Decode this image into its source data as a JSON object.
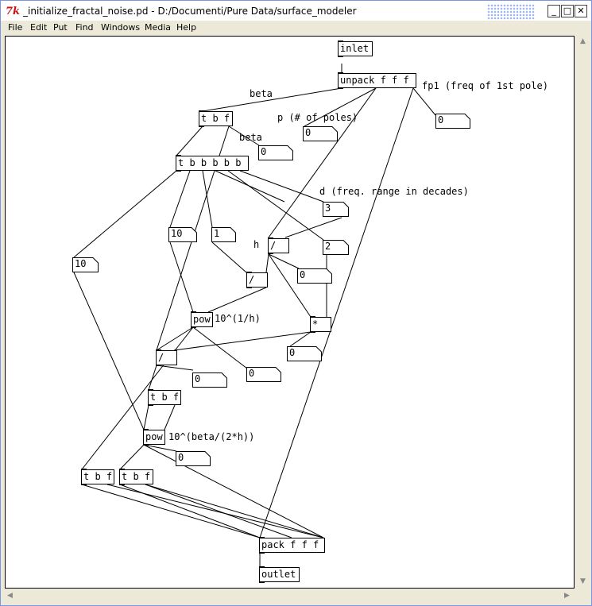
{
  "window": {
    "title": "_initialize_fractal_noise.pd  - D:/Documenti/Pure Data/surface_modeler",
    "icon": "tk-feather-icon",
    "min_label": "_",
    "max_label": "□",
    "close_label": "✕"
  },
  "menu": [
    "File",
    "Edit",
    "Put",
    "Find",
    "Windows",
    "Media",
    "Help"
  ],
  "objects": {
    "inlet": "inlet",
    "unpack": "unpack f f f",
    "tbf1": "t b f",
    "tbbbbb": "t b b b b b",
    "div_h": "/",
    "div2": "/",
    "pow1": "pow",
    "mul": "*",
    "div3": "/",
    "tbf2": "t b f",
    "pow2": "pow",
    "tbf3": "t b f",
    "tbf4": "t b f",
    "pack": "pack f f f",
    "outlet": "outlet"
  },
  "numbers": {
    "fp1": "0",
    "p": "0",
    "beta": "0",
    "d": "3",
    "ten_a": "10",
    "one": "1",
    "ten_b": "10",
    "two": "2",
    "div_out": "0",
    "mul_out": "0",
    "div3_out": "0",
    "pow1_out": "0",
    "pow2_out": "0"
  },
  "comments": {
    "beta1": "beta",
    "fp1": "fp1 (freq of 1st pole)",
    "p": "p (# of poles)",
    "beta2": "beta",
    "d": "d (freq. range in decades)",
    "h": "h",
    "pow1": "10^(1/h)",
    "pow2": "10^(beta/(2*h))"
  }
}
